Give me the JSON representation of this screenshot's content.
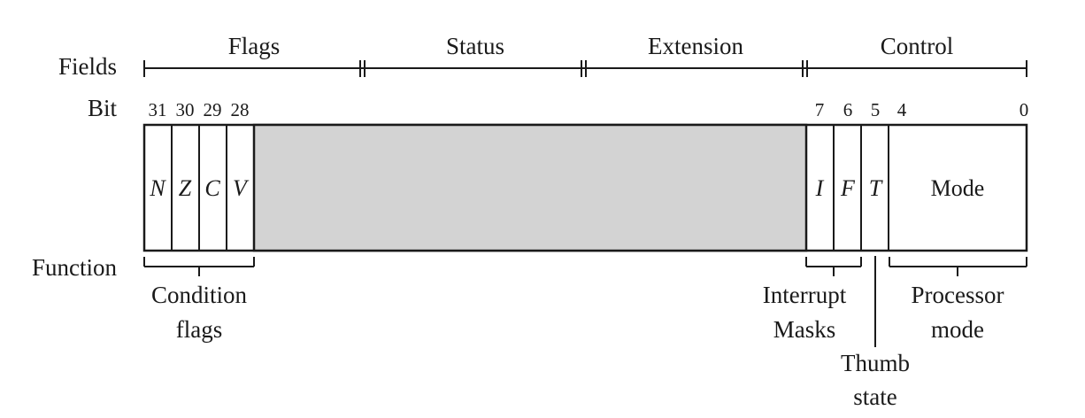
{
  "row_labels": {
    "fields": "Fields",
    "bit": "Bit",
    "function": "Function"
  },
  "fields": [
    "Flags",
    "Status",
    "Extension",
    "Control"
  ],
  "bits": [
    "31",
    "30",
    "29",
    "28",
    "7",
    "6",
    "5",
    "4",
    "0"
  ],
  "flag_cells": [
    "N",
    "Z",
    "C",
    "V",
    "I",
    "F",
    "T"
  ],
  "mode_label": "Mode",
  "functions": {
    "condition_flags": [
      "Condition",
      "flags"
    ],
    "interrupt_masks": [
      "Interrupt",
      "Masks"
    ],
    "thumb_state": [
      "Thumb",
      "state"
    ],
    "processor_mode": [
      "Processor",
      "mode"
    ]
  }
}
